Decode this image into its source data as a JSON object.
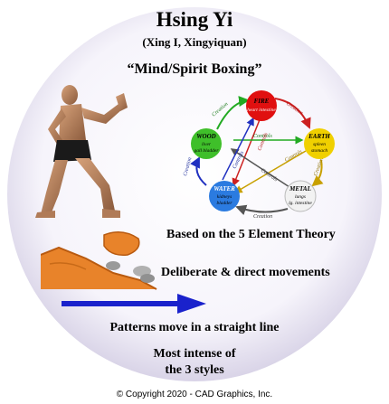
{
  "title": "Hsing Yi",
  "subtitle": "(Xing I, Xingyiquan)",
  "tagline": "“Mind/Spirit Boxing”",
  "elements": {
    "fire": {
      "name": "FIRE",
      "organs": "heart intestine",
      "color": "#e01010"
    },
    "earth": {
      "name": "EARTH",
      "organs1": "spleen",
      "organs2": "stomach",
      "color": "#f0d000"
    },
    "metal": {
      "name": "METAL",
      "organs1": "lungs",
      "organs2": "lg. intestine",
      "color": "#f2f2f2"
    },
    "water": {
      "name": "WATER",
      "organs1": "kidneys",
      "organs2": "bladder",
      "color": "#2b7be0"
    },
    "wood": {
      "name": "WOOD",
      "organs1": "liver",
      "organs2": "gall bladder",
      "color": "#3fbf2a"
    }
  },
  "cycle_labels": {
    "creation": "Creation",
    "controls": "Controls"
  },
  "points": {
    "theory": "Based on the 5 Element Theory",
    "movements": "Deliberate & direct movements",
    "patterns": "Patterns move in a straight line",
    "intense_line1": "Most intense of",
    "intense_line2": "the 3 styles"
  },
  "copyright": "Copyright 2020 - CAD Graphics, Inc.",
  "colors": {
    "arrow": "#1a22cc",
    "creation_arrow": "#22aa22",
    "control_arrow": "#cc2020",
    "rock": "#e8832a"
  }
}
